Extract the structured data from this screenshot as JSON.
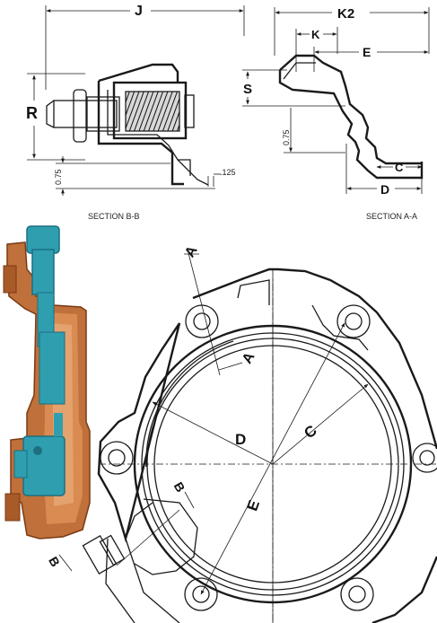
{
  "captions": {
    "section_bb": "SECTION B-B",
    "section_aa": "SECTION A-A"
  },
  "dimensions": {
    "J": "J",
    "K2": "K2",
    "K": "K",
    "E_top": "E",
    "S": "S",
    "R": "R",
    "v075_left": "0.75",
    "v075_right": "0.75",
    "v125": ".125",
    "C_top": "C",
    "D_top": "D"
  },
  "plan_labels": {
    "A_top": "A",
    "A_mid": "A",
    "B_upper": "B",
    "B_lower": "B",
    "C": "C",
    "D": "D",
    "E": "E"
  },
  "colors": {
    "copper": "#c0703a",
    "copper_dark": "#7a3a14",
    "teal": "#2f9fb0",
    "teal_dark": "#1d6f80",
    "ink": "#1a1a1a"
  }
}
